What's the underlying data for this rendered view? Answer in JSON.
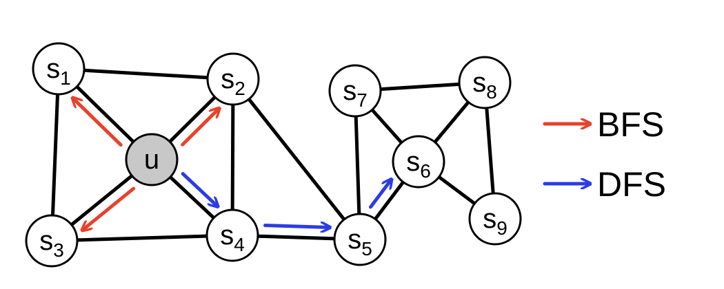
{
  "diagram": {
    "colors": {
      "bfs": "#e8412c",
      "dfs": "#2b3ce6",
      "node_fill": "#ffffff",
      "source_fill": "#c8c8c8",
      "edge": "#000000"
    },
    "nodes": [
      {
        "id": "s1",
        "base": "s",
        "sub": "1"
      },
      {
        "id": "s2",
        "base": "s",
        "sub": "2"
      },
      {
        "id": "s3",
        "base": "s",
        "sub": "3"
      },
      {
        "id": "u",
        "base": "u",
        "sub": ""
      },
      {
        "id": "s4",
        "base": "s",
        "sub": "4"
      },
      {
        "id": "s5",
        "base": "s",
        "sub": "5"
      },
      {
        "id": "s6",
        "base": "s",
        "sub": "6"
      },
      {
        "id": "s7",
        "base": "s",
        "sub": "7"
      },
      {
        "id": "s8",
        "base": "s",
        "sub": "8"
      },
      {
        "id": "s9",
        "base": "s",
        "sub": "9"
      }
    ],
    "edges": [
      [
        "s1",
        "s2"
      ],
      [
        "s1",
        "s3"
      ],
      [
        "s1",
        "u"
      ],
      [
        "s2",
        "u"
      ],
      [
        "s2",
        "s4"
      ],
      [
        "s2",
        "s5"
      ],
      [
        "s3",
        "u"
      ],
      [
        "s3",
        "s4"
      ],
      [
        "u",
        "s4"
      ],
      [
        "s4",
        "s5"
      ],
      [
        "s5",
        "s6"
      ],
      [
        "s5",
        "s7"
      ],
      [
        "s7",
        "s8"
      ],
      [
        "s7",
        "s6"
      ],
      [
        "s8",
        "s6"
      ],
      [
        "s8",
        "s9"
      ],
      [
        "s6",
        "s9"
      ]
    ],
    "bfs_arrows": [
      [
        "u",
        "s1"
      ],
      [
        "u",
        "s2"
      ],
      [
        "u",
        "s3"
      ]
    ],
    "dfs_arrows": [
      [
        "u",
        "s4"
      ],
      [
        "s4",
        "s5"
      ],
      [
        "s5",
        "s6"
      ]
    ]
  },
  "legend": {
    "bfs_label": "BFS",
    "dfs_label": "DFS"
  }
}
